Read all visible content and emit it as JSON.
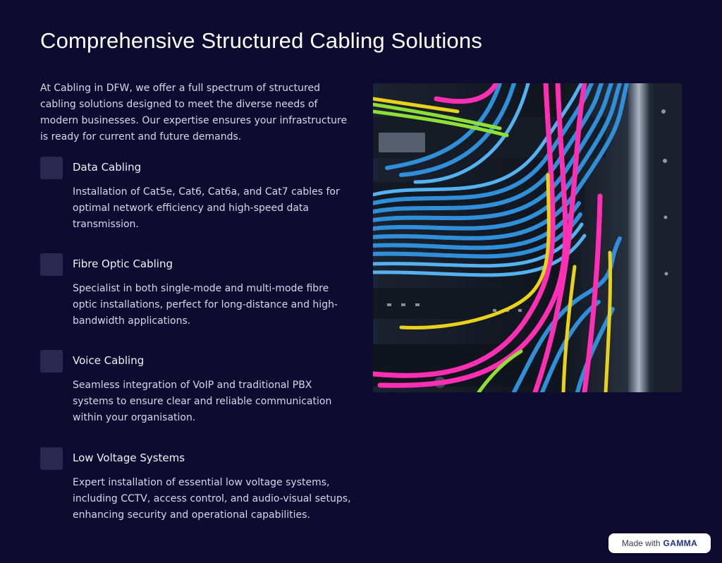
{
  "page": {
    "title": "Comprehensive Structured Cabling Solutions",
    "intro": "At Cabling in DFW, we offer a full spectrum of structured cabling solutions designed to meet the diverse needs of modern businesses. Our expertise ensures your infrastructure is ready for current and future demands."
  },
  "services": [
    {
      "title": "Data Cabling",
      "description": "Installation of Cat5e, Cat6, Cat6a, and Cat7 cables for optimal network efficiency and high-speed data transmission."
    },
    {
      "title": "Fibre Optic Cabling",
      "description": "Specialist in both single-mode and multi-mode fibre optic installations, perfect for long-distance and high-bandwidth applications."
    },
    {
      "title": "Voice Cabling",
      "description": "Seamless integration of VoIP and traditional PBX systems to ensure clear and reliable communication within your organisation."
    },
    {
      "title": "Low Voltage Systems",
      "description": "Expert installation of essential low voltage systems, including CCTV, access control, and audio-visual setups, enhancing security and operational capabilities."
    }
  ],
  "badge": {
    "made_with": "Made with",
    "brand": "GAMMA"
  },
  "colors": {
    "background": "#0e0b30",
    "marker": "#2a2750",
    "cable_blue": "#2f8fd8",
    "cable_pink": "#ff2fb4",
    "cable_yellow": "#e8d21c"
  }
}
